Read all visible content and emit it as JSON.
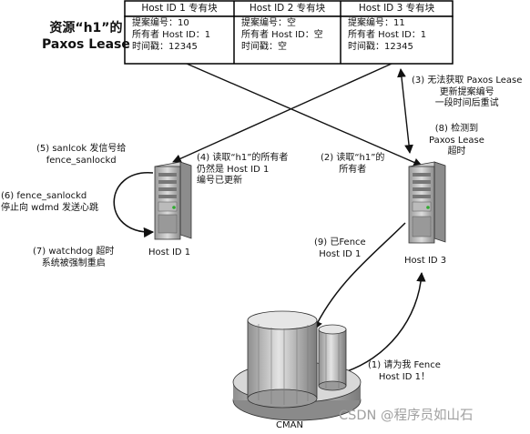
{
  "lease": {
    "title_line1": "资源“h1”的",
    "title_line2": "Paxos Lease",
    "columns": [
      {
        "header": "Host ID 1 专有块",
        "proposal": "提案编号：10",
        "owner": "所有者 Host ID：1",
        "timestamp": "时间戳：12345"
      },
      {
        "header": "Host ID 2 专有块",
        "proposal": "提案编号：空",
        "owner": "所有者 Host ID：空",
        "timestamp": "时间戳：空"
      },
      {
        "header": "Host ID 3 专有块",
        "proposal": "提案编号：11",
        "owner": "所有者 Host ID：1",
        "timestamp": "时间戳：12345"
      }
    ]
  },
  "hosts": {
    "host1": {
      "label": "Host ID 1"
    },
    "host3": {
      "label": "Host ID 3"
    },
    "cman": {
      "label": "CMAN"
    }
  },
  "steps": {
    "s1": [
      "(1) 请为我 Fence",
      "Host ID 1！"
    ],
    "s2": [
      "(2) 读取“h1”的",
      "所有者"
    ],
    "s3": [
      "(3) 无法获取 Paxos Lease",
      "更新提案编号",
      "一段时间后重试"
    ],
    "s4": [
      "(4) 读取“h1”的所有者",
      "仍然是 Host ID 1",
      "编号已更新"
    ],
    "s5": [
      "(5) sanlcok 发信号给",
      "fence_sanlockd"
    ],
    "s6": [
      "(6) fence_sanlockd",
      "停止向 wdmd 发送心跳"
    ],
    "s7": [
      "(7) watchdog 超时",
      "系统被强制重启"
    ],
    "s8": [
      "(8) 检测到",
      "Paxos Lease",
      "超时"
    ],
    "s9": [
      "(9) 已Fence",
      "Host ID 1"
    ]
  },
  "watermark": "CSDN @程序员如山石"
}
